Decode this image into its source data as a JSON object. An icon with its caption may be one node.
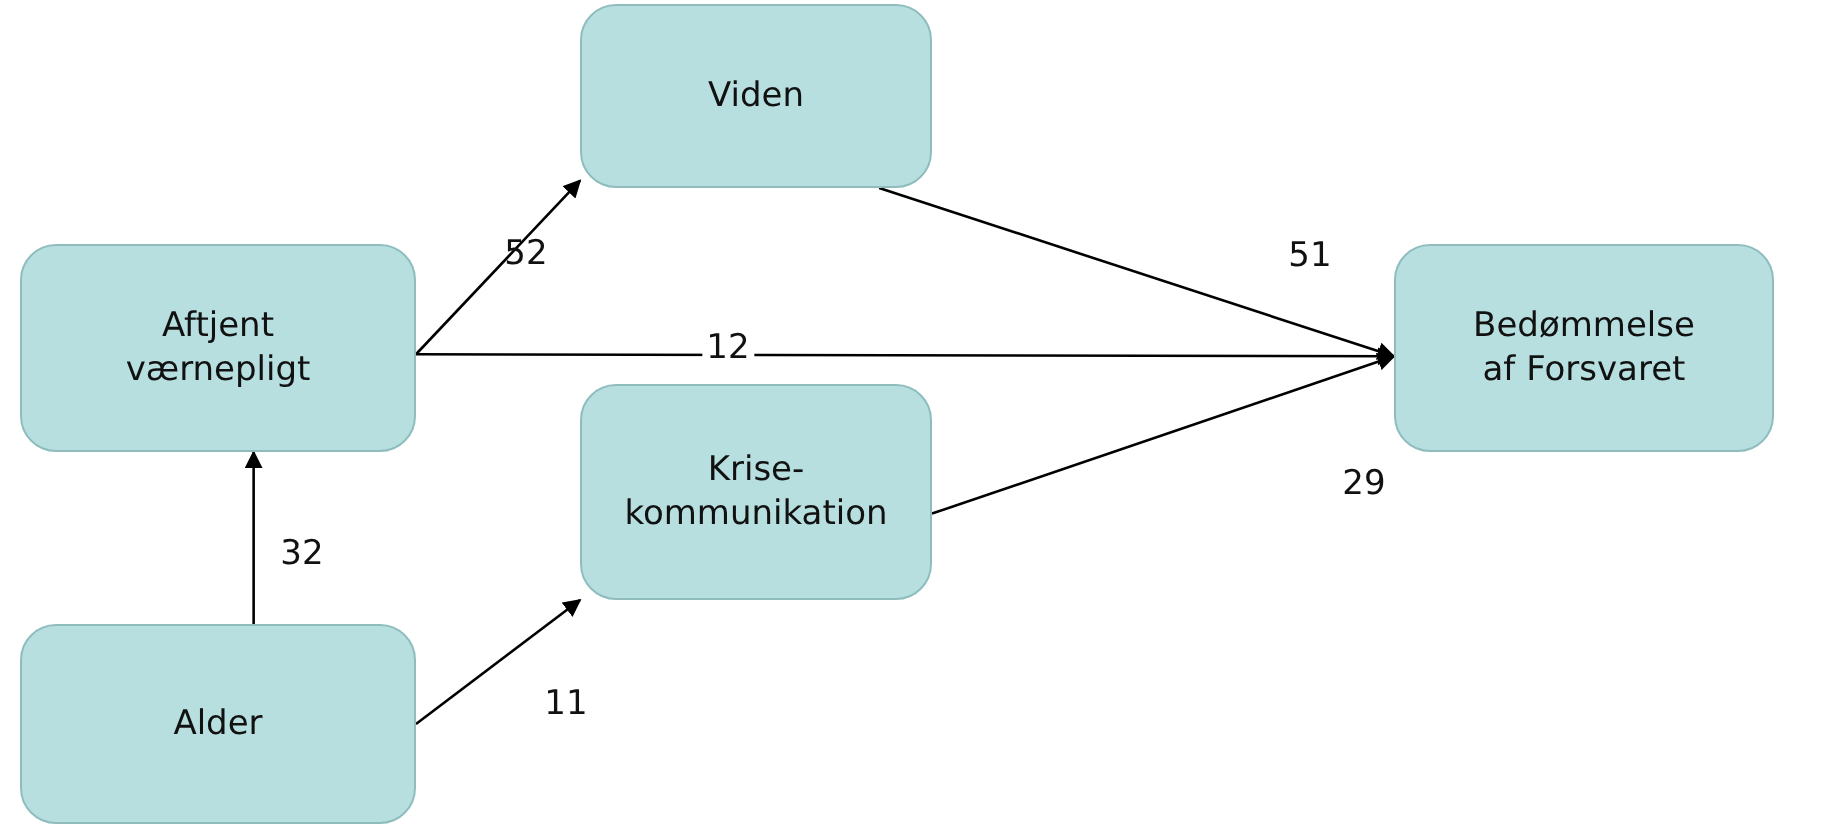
{
  "diagram": {
    "nodes": [
      {
        "text": [
          "Viden"
        ]
      },
      {
        "text": [
          "Aftjent værnepligt"
        ]
      },
      {
        "text": [
          "Krise- kommunikation"
        ]
      },
      {
        "text": [
          "Bedømmelse af Forsvaret"
        ]
      },
      {
        "text": [
          "Alder"
        ]
      }
    ],
    "edges": [
      {
        "from": 1,
        "to": 0,
        "arrow": "to",
        "label": "52"
      },
      {
        "from": 1,
        "to": 3,
        "arrow": "to",
        "label": "12"
      },
      {
        "from": 0,
        "to": 3,
        "arrow": "to",
        "label": "51"
      },
      {
        "from": 2,
        "to": 3,
        "arrow": "to",
        "label": "29"
      },
      {
        "from": 4,
        "to": 1,
        "arrow": "to",
        "label": "32"
      },
      {
        "from": 4,
        "to": 2,
        "arrow": "to",
        "label": "11"
      }
    ]
  }
}
